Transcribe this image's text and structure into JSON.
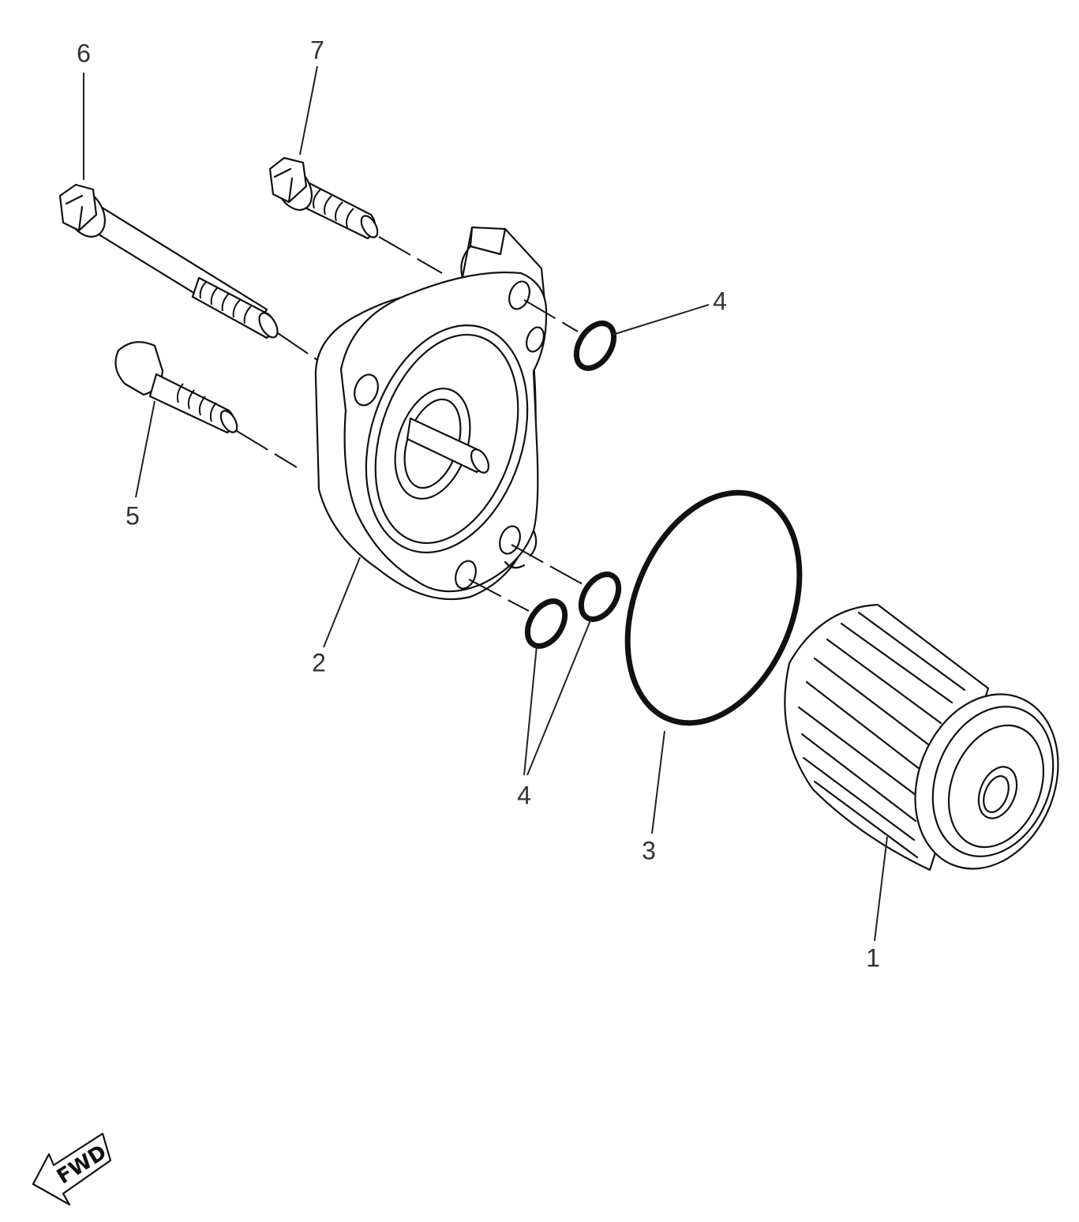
{
  "diagram": {
    "callouts": {
      "oil_filter_cartridge": "1",
      "oil_filter_cover": "2",
      "o_ring_large": "3",
      "o_ring_small_top": "4",
      "o_ring_small_bottom": "4",
      "bolt_short_socket": "5",
      "bolt_long_flange": "6",
      "bolt_flange_top": "7"
    },
    "direction_arrow": "FWD"
  }
}
